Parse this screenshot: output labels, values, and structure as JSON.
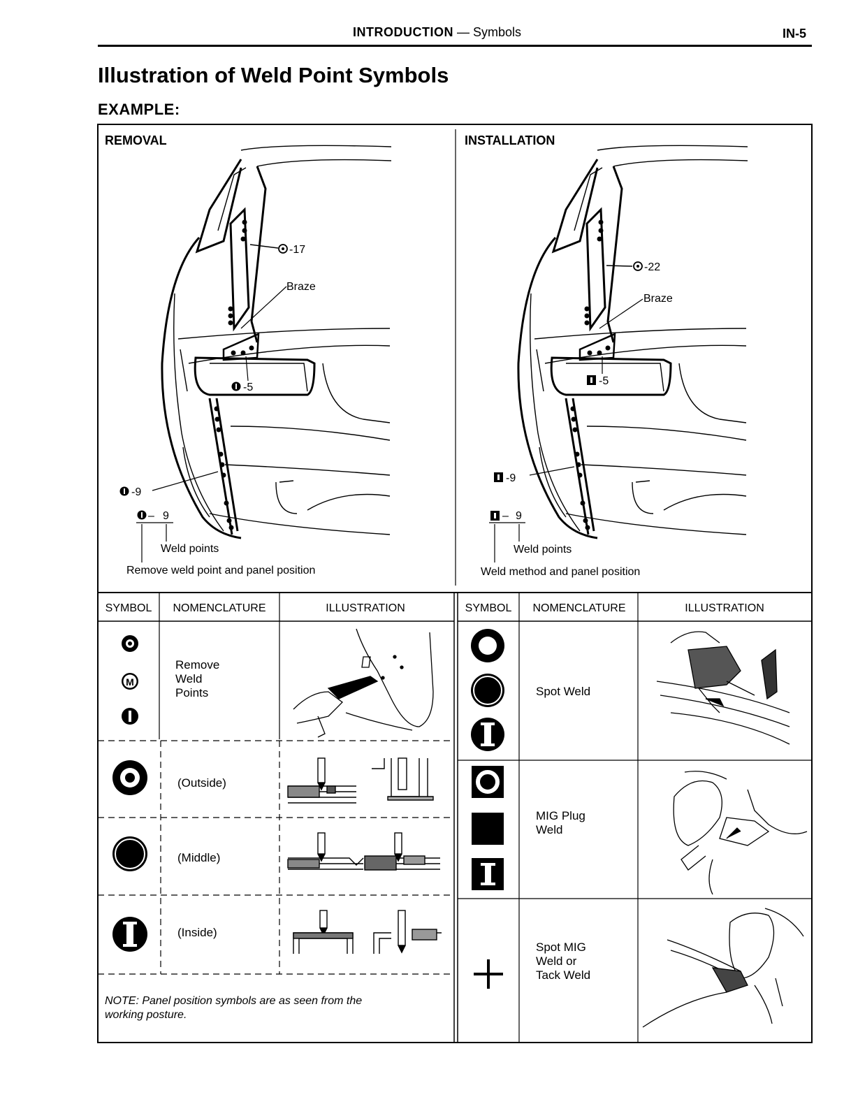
{
  "header": {
    "section": "INTRODUCTION",
    "separator": "—",
    "subsection": "Symbols",
    "page": "IN-5"
  },
  "title": "Illustration of Weld Point Symbols",
  "example_label": "EXAMPLE:",
  "removal": {
    "heading": "REMOVAL",
    "callout_top": "-17",
    "braze": "Braze",
    "callout_mid": "-5",
    "callout_lower": "-9",
    "legend_num": "9",
    "weld_points": "Weld points",
    "caption": "Remove weld point and panel position"
  },
  "installation": {
    "heading": "INSTALLATION",
    "callout_top": "-22",
    "braze": "Braze",
    "callout_mid": "-5",
    "callout_lower": "-9",
    "legend_num": "9",
    "weld_points": "Weld points",
    "caption": "Weld method and panel position"
  },
  "left_table": {
    "headers": [
      "SYMBOL",
      "NOMENCLATURE",
      "ILLUSTRATION"
    ],
    "rows": [
      {
        "symbols": [
          "O",
          "M",
          "I"
        ],
        "nomenclature": [
          "Remove",
          "Weld",
          "Points"
        ]
      },
      {
        "symbols": [
          "O"
        ],
        "nomenclature": [
          "(Outside)"
        ]
      },
      {
        "symbols": [
          "M"
        ],
        "nomenclature": [
          "(Middle)"
        ]
      },
      {
        "symbols": [
          "I"
        ],
        "nomenclature": [
          "(Inside)"
        ]
      }
    ],
    "note": [
      "NOTE:  Panel position symbols are as seen from the",
      "working posture."
    ]
  },
  "right_table": {
    "headers": [
      "SYMBOL",
      "NOMENCLATURE",
      "ILLUSTRATION"
    ],
    "rows": [
      {
        "symbols": [
          "O",
          "M",
          "I"
        ],
        "nomenclature": [
          "Spot Weld"
        ]
      },
      {
        "symbols": [
          "O",
          "M",
          "I"
        ],
        "nomenclature": [
          "MIG Plug",
          "Weld"
        ]
      },
      {
        "symbols": [
          "+"
        ],
        "nomenclature": [
          "Spot MIG",
          "Weld or",
          "Tack Weld"
        ]
      }
    ]
  }
}
